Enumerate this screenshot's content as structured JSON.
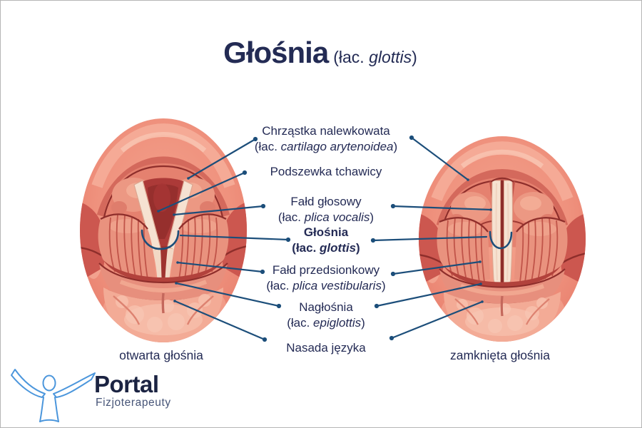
{
  "page": {
    "background": "#FFFFFF",
    "border_color": "#B5B5B5"
  },
  "title": {
    "main": "Głośnia",
    "latin_prefix": "(łac. ",
    "latin_italic": "glottis",
    "latin_suffix": ")"
  },
  "labels": [
    {
      "name": "Chrząstka nalewkowata",
      "latin_prefix": "(łac. ",
      "latin_italic": "cartilago arytenoidea",
      "latin_suffix": ")"
    },
    {
      "name": "Podszewka tchawicy"
    },
    {
      "name": "Fałd głosowy",
      "latin_prefix": "(łac. ",
      "latin_italic": "plica vocalis",
      "latin_suffix": ")"
    },
    {
      "name": "Głośnia",
      "latin_prefix": "(łac. ",
      "latin_italic": "glottis",
      "latin_suffix": ")",
      "emphasis": "bold"
    },
    {
      "name": "Fałd przedsionkowy",
      "latin_prefix": "(łac. ",
      "latin_italic": "plica vestibularis",
      "latin_suffix": ")"
    },
    {
      "name": "Nagłośnia",
      "latin_prefix": "(łac. ",
      "latin_italic": "epiglottis",
      "latin_suffix": ")"
    },
    {
      "name": "Nasada języka"
    }
  ],
  "captions": {
    "left_figure": "otwarta głośnia",
    "right_figure": "zamknięta głośnia"
  },
  "logo": {
    "brand": "Portal",
    "subtitle": "Fizjoterapeuty"
  },
  "colors": {
    "text_navy": "#242B55",
    "leader_line_blue": "#1C4E7A",
    "coral_base": "#EF917D",
    "coral_highlight": "#F5AD99",
    "dark_red_outline": "#8E2E2B",
    "cavity_dark_red": "#AC3A38",
    "vocal_fold_cream": "#F6E2D1",
    "muscle_pink": "#E9927E",
    "tongue_pink": "#F3AB96",
    "logo_blue": "#4B96DC"
  }
}
